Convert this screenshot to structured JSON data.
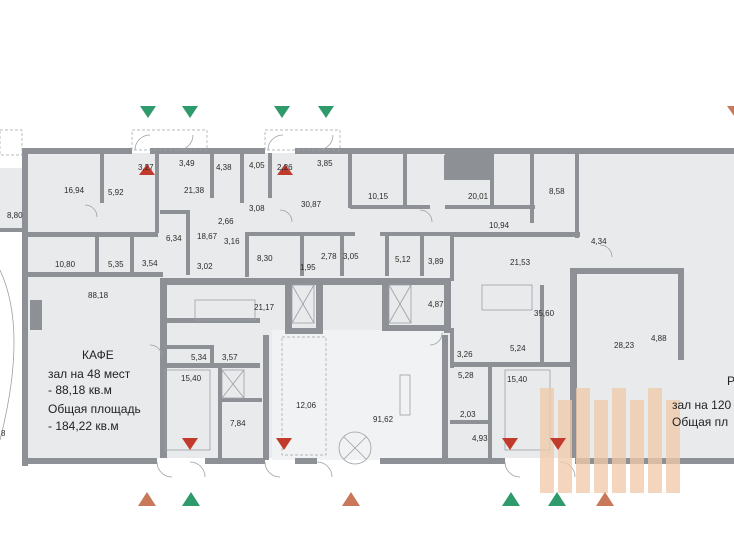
{
  "rooms": [
    "16,94",
    "5,92",
    "21,38",
    "3,49",
    "4,38",
    "4,05",
    "3,85",
    "30,87",
    "10,15",
    "20,01",
    "8,58",
    "8,80",
    "3,08",
    "2,66",
    "18,67",
    "3,16",
    "6,34",
    "10,80",
    "5,35",
    "3,54",
    "3,02",
    "8,30",
    "1,95",
    "2,78",
    "3,05",
    "5,12",
    "3,89",
    "10,94",
    "21,53",
    "4,34",
    "88,18",
    "21,17",
    "4,87",
    "35,60",
    "28,23",
    "4,88",
    "5,34",
    "3,57",
    "15,40",
    "12,06",
    "91,62",
    "3,26",
    "5,24",
    "5,28",
    "15,40",
    "7,84",
    "2,03",
    "4,93",
    "3,27",
    "2,26"
  ],
  "cafe": {
    "title": "КАФЕ",
    "line1": "зал на 48 мест",
    "line2": "- 88,18 кв.м",
    "line3": "Общая площадь",
    "line4": "- 184,22 кв.м"
  },
  "right_hall": {
    "letter": "Р",
    "line1": "зал на 120",
    "line2": "Общая пл"
  },
  "left_edge_fragment": "8",
  "colors": {
    "wall": "#8d9196",
    "room": "#e9eaec",
    "entry": "#2f9a6b",
    "exit": "#c23a2b",
    "evac": "#c9785a",
    "watermark": "#f0c9a8"
  }
}
